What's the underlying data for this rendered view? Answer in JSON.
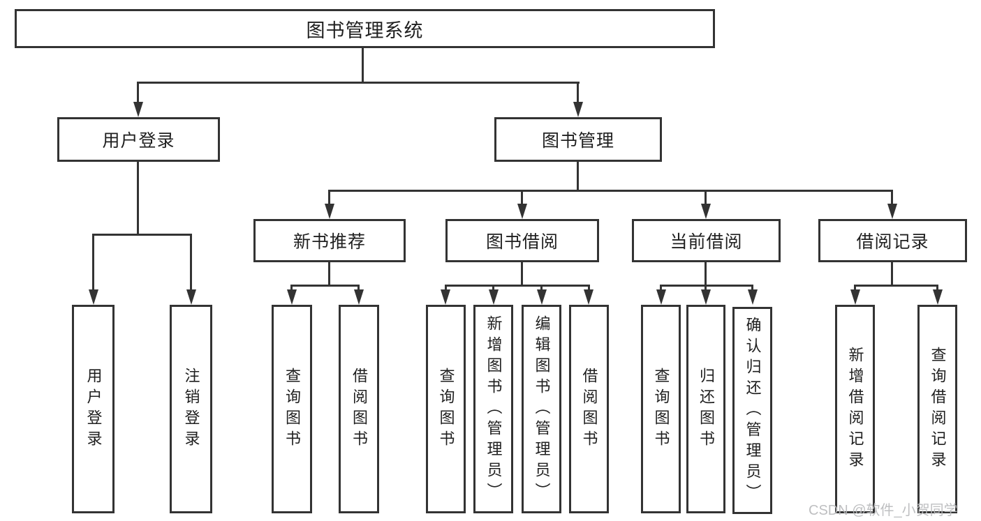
{
  "diagram": {
    "title": "图书管理系统",
    "root": {
      "label": "图书管理系统"
    },
    "level2": {
      "user_login": {
        "label": "用户登录"
      },
      "book_management": {
        "label": "图书管理"
      }
    },
    "level3": {
      "new_book_recommend": {
        "label": "新书推荐"
      },
      "book_borrow": {
        "label": "图书借阅"
      },
      "current_borrow": {
        "label": "当前借阅"
      },
      "borrow_records": {
        "label": "借阅记录"
      }
    },
    "leaves": {
      "user_login": [
        "用户登录",
        "注销登录"
      ],
      "new_book_recommend": [
        "查询图书",
        "借阅图书"
      ],
      "book_borrow": [
        "查询图书",
        "新增图书（管理员）",
        "编辑图书（管理员）",
        "借阅图书"
      ],
      "current_borrow": [
        "查询图书",
        "归还图书",
        "确认归还（管理员）"
      ],
      "borrow_records": [
        "新增借阅记录",
        "查询借阅记录"
      ]
    }
  },
  "watermark": {
    "text": "CSDN @软件_小贺同学"
  },
  "colors": {
    "line": "#333333",
    "text": "#1f1f1f",
    "watermark": "#b9babc",
    "background": "#ffffff"
  }
}
